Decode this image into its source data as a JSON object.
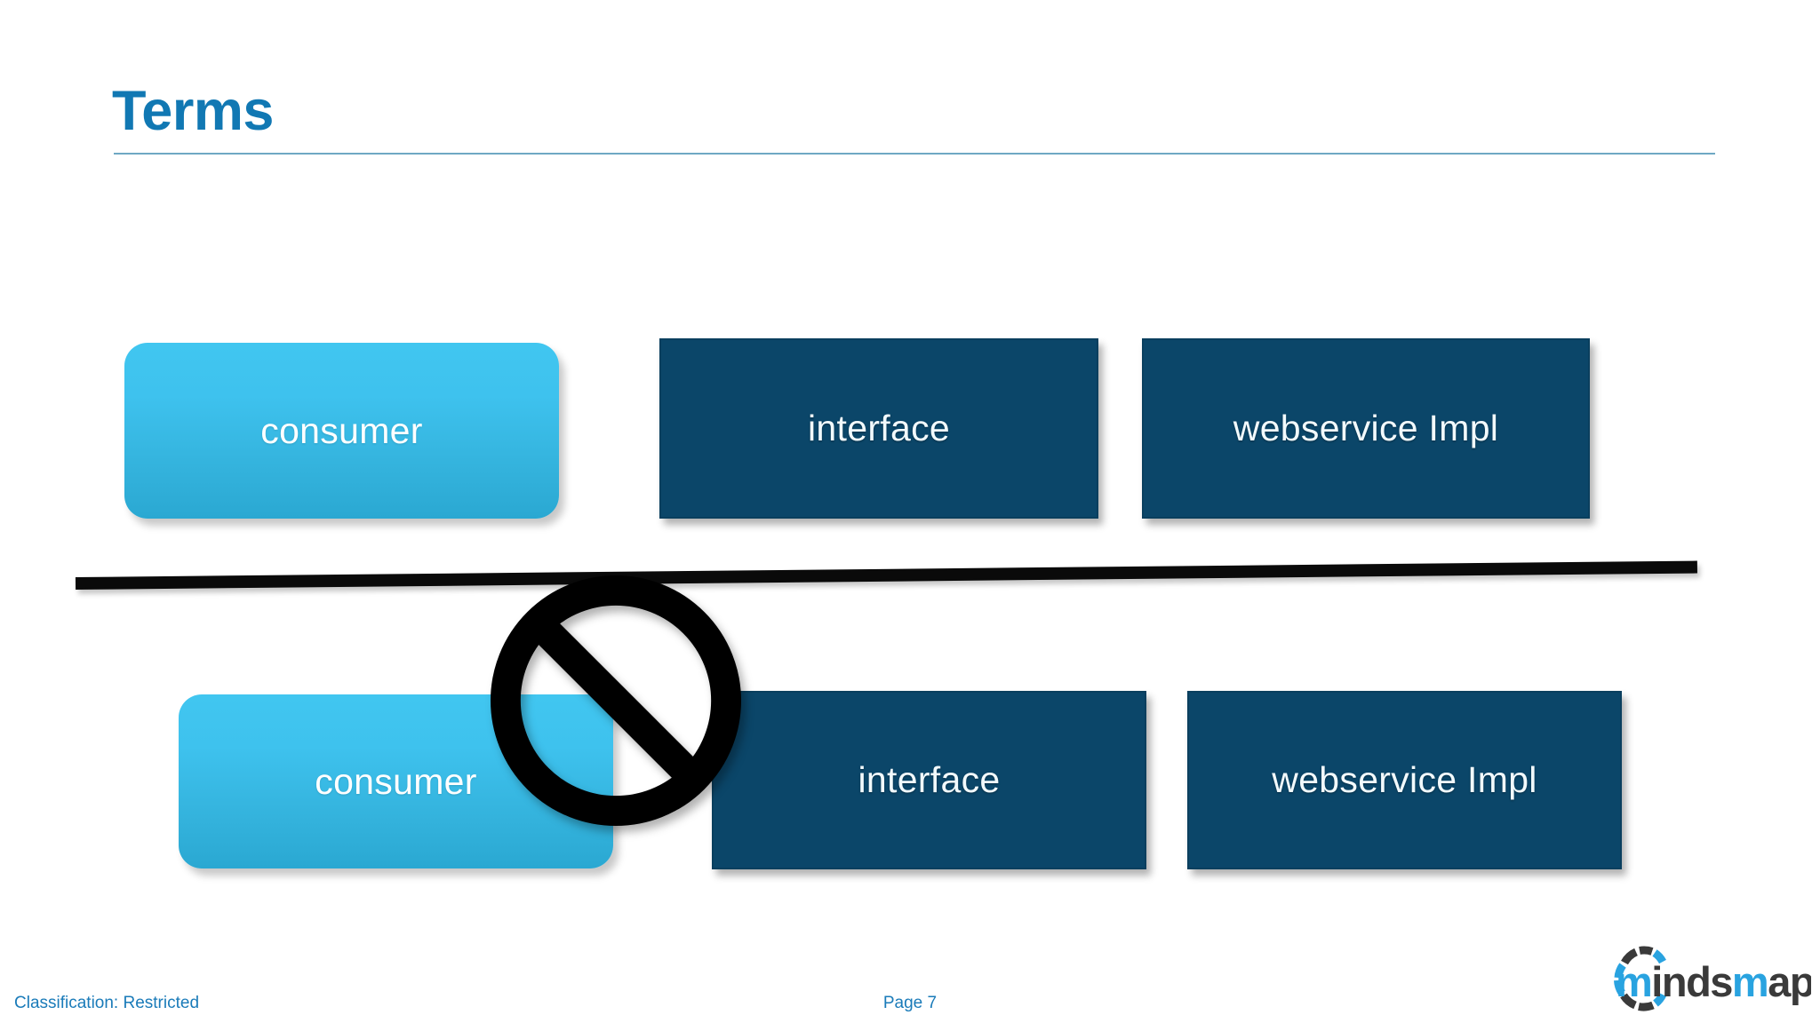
{
  "slide": {
    "title": "Terms",
    "title_color": "#1178b3",
    "rule_color": "#6fa8c4",
    "background": "#ffffff"
  },
  "diagram": {
    "type": "flow-boxes",
    "rows": [
      {
        "id": "top-row",
        "state": "allowed",
        "boxes": [
          {
            "label": "consumer",
            "style": "rounded-light-blue",
            "color": "#3ec2ee"
          },
          {
            "label": "interface",
            "style": "square-navy",
            "color": "#0b4669"
          },
          {
            "label": "webservice Impl",
            "style": "square-navy",
            "color": "#0b4669"
          }
        ]
      },
      {
        "id": "bottom-row",
        "state": "prohibited",
        "boxes": [
          {
            "label": "consumer",
            "style": "rounded-light-blue",
            "color": "#3ec2ee"
          },
          {
            "label": "interface",
            "style": "square-navy",
            "color": "#0b4669"
          },
          {
            "label": "webservice Impl",
            "style": "square-navy",
            "color": "#0b4669"
          }
        ]
      }
    ],
    "divider": {
      "name": "black-separator-line",
      "color": "#0a0a0a"
    },
    "annotation": {
      "name": "prohibition-symbol",
      "meaning": "not allowed",
      "color": "#000000"
    }
  },
  "footer": {
    "classification": "Classification: Restricted",
    "page": "Page 7",
    "text_color": "#1a7bb9"
  },
  "logo": {
    "name": "mindsmapped",
    "text_part_1": "m",
    "text_part_2": "inds",
    "text_part_3": "m",
    "text_part_4": "apped",
    "full_text": "mindsmapped",
    "accent_color": "#29a3e0",
    "dark_color": "#3a3a3a"
  }
}
